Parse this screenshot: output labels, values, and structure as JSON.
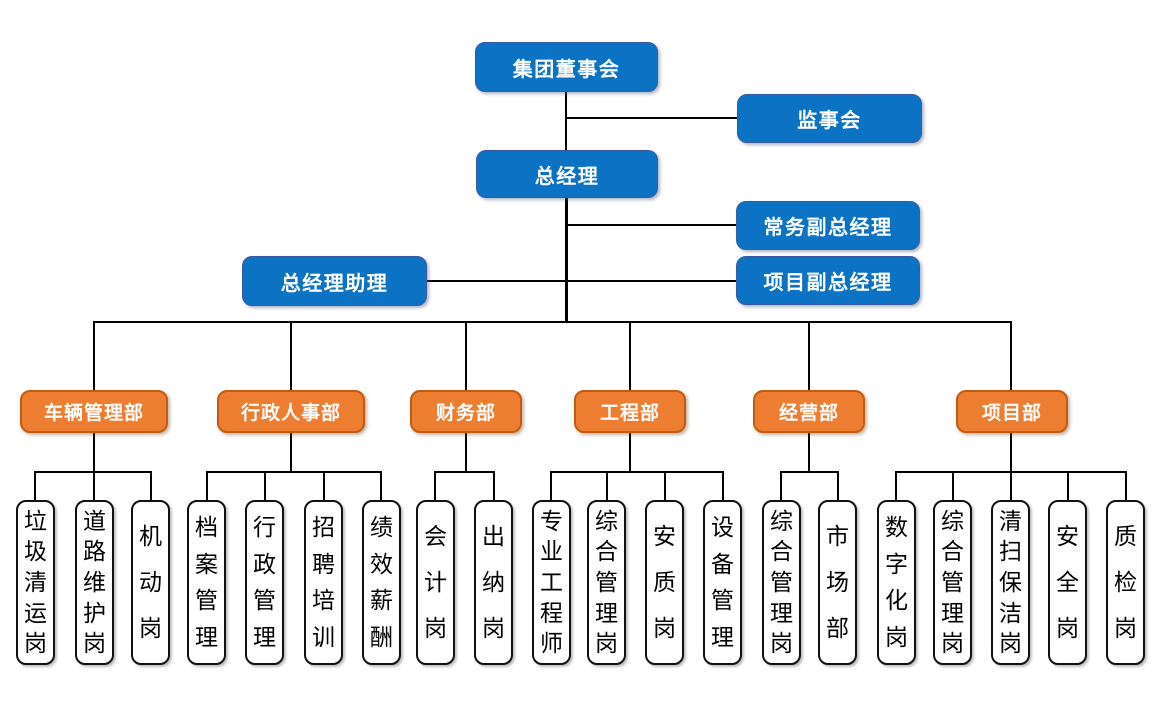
{
  "executive": {
    "board_label": "集团董事会",
    "supervisory_label": "监事会",
    "gm_label": "总经理",
    "exec_deputy_gm_label": "常务副总经理",
    "project_deputy_gm_label": "项目副总经理",
    "gm_assistant_label": "总经理助理"
  },
  "departments": [
    {
      "label": "车辆管理部",
      "posts": [
        "垃圾清运岗",
        "道路维护岗",
        "机动岗"
      ]
    },
    {
      "label": "行政人事部",
      "posts": [
        "档案管理",
        "行政管理",
        "招聘培训",
        "绩效薪酬"
      ]
    },
    {
      "label": "财务部",
      "posts": [
        "会计岗",
        "出纳岗"
      ]
    },
    {
      "label": "工程部",
      "posts": [
        "专业工程师",
        "综合管理岗",
        "安质岗",
        "设备管理"
      ]
    },
    {
      "label": "经营部",
      "posts": [
        "综合管理岗",
        "市场部"
      ]
    },
    {
      "label": "项目部",
      "posts": [
        "数字化岗",
        "综合管理岗",
        "清扫保洁岗",
        "安全岗",
        "质检岗"
      ]
    }
  ],
  "colors": {
    "executive_fill": "#0B72C4",
    "department_fill": "#ED7D31",
    "department_border": "#C55A11",
    "post_fill": "#FFFFFF",
    "post_border": "#111111",
    "connector": "#000000",
    "label_text_on_fill": "#FFFFFF",
    "post_text": "#000000"
  }
}
